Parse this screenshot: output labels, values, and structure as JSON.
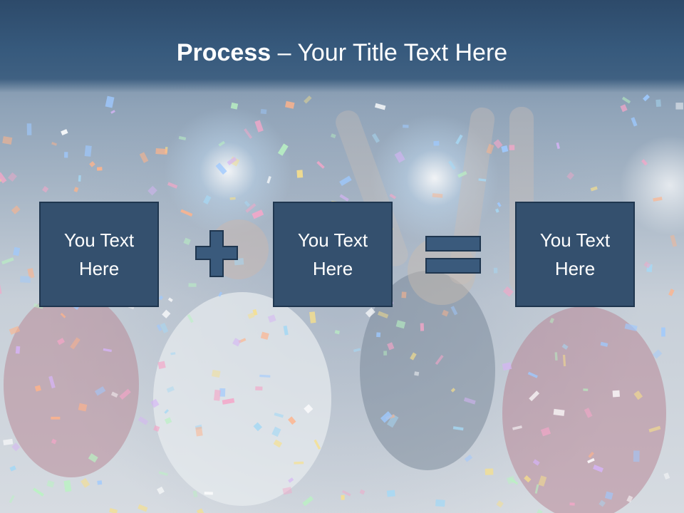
{
  "slide": {
    "title_bold": "Process",
    "title_rest": " – Your Title Text Here"
  },
  "boxes": [
    {
      "text": "You Text Here"
    },
    {
      "text": "You Text Here"
    },
    {
      "text": "You Text Here"
    }
  ],
  "operators": [
    "plus-icon",
    "equals-icon"
  ],
  "colors": {
    "header": "#375a7d",
    "box_fill": "#34506e",
    "box_border": "#1f364f",
    "operator_fill": "#3a5a7c",
    "text": "#ffffff"
  }
}
